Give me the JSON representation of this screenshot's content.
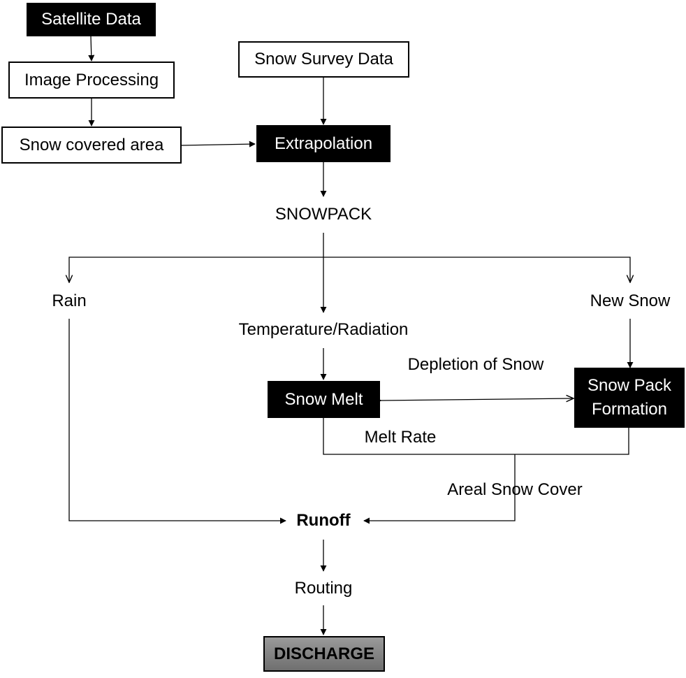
{
  "nodes": {
    "satellite_data": "Satellite Data",
    "image_processing": "Image Processing",
    "snow_covered_area": "Snow covered area",
    "snow_survey_data": "Snow Survey Data",
    "extrapolation": "Extrapolation",
    "snowpack": "SNOWPACK",
    "rain": "Rain",
    "new_snow": "New Snow",
    "temperature_radiation": "Temperature/Radiation",
    "snow_melt": "Snow Melt",
    "snow_pack_formation_line1": "Snow Pack",
    "snow_pack_formation_line2": "Formation",
    "runoff": "Runoff",
    "routing": "Routing",
    "discharge": "DISCHARGE"
  },
  "edge_labels": {
    "depletion_of_snow": "Depletion of Snow",
    "melt_rate": "Melt Rate",
    "areal_snow_cover": "Areal Snow Cover"
  }
}
